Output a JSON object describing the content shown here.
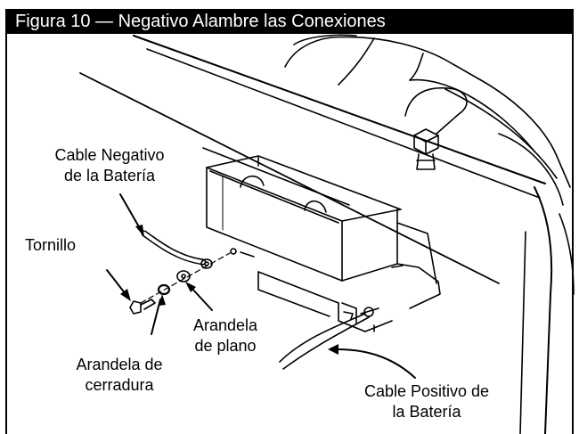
{
  "title": "Figura 10 — Negativo Alambre las Conexiones",
  "labels": {
    "cable_negativo": [
      "Cable Negativo",
      "de la Batería"
    ],
    "tornillo": "Tornillo",
    "arandela_cerradura": [
      "Arandela de",
      "cerradura"
    ],
    "arandela_plano": [
      "Arandela",
      "de plano"
    ],
    "cable_positivo": [
      "Cable Positivo de",
      "la Batería"
    ]
  }
}
